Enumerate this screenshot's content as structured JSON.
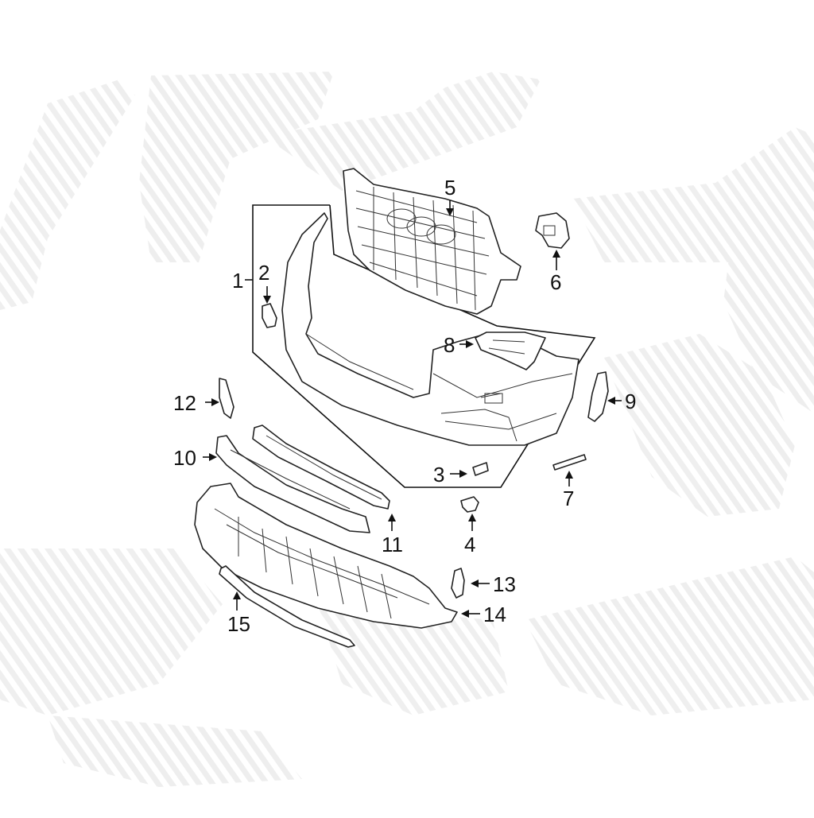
{
  "diagram": {
    "callouts": [
      {
        "id": "c1",
        "label": "1"
      },
      {
        "id": "c2",
        "label": "2"
      },
      {
        "id": "c3",
        "label": "3"
      },
      {
        "id": "c4",
        "label": "4"
      },
      {
        "id": "c5",
        "label": "5"
      },
      {
        "id": "c6",
        "label": "6"
      },
      {
        "id": "c7",
        "label": "7"
      },
      {
        "id": "c8",
        "label": "8"
      },
      {
        "id": "c9",
        "label": "9"
      },
      {
        "id": "c10",
        "label": "10"
      },
      {
        "id": "c11",
        "label": "11"
      },
      {
        "id": "c12",
        "label": "12"
      },
      {
        "id": "c13",
        "label": "13"
      },
      {
        "id": "c14",
        "label": "14"
      },
      {
        "id": "c15",
        "label": "15"
      }
    ]
  },
  "colors": {
    "line": "#222222",
    "watermark": "#efefef",
    "background": "#ffffff"
  }
}
